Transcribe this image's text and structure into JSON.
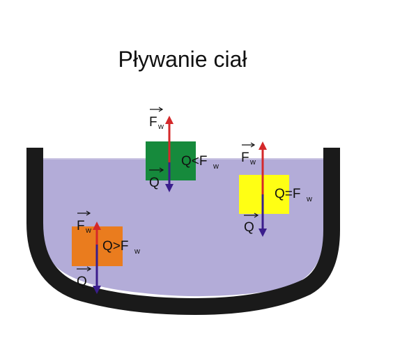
{
  "title": "Pływanie ciał",
  "symbols": {
    "buoyancy": "F",
    "buoyancy_sub": "w",
    "weight": "Q"
  },
  "conditions": {
    "floating": "Q<F",
    "suspended": "Q=F",
    "sinking": "Q>F"
  },
  "colors": {
    "water": "#b3acd8",
    "vessel": "#1a1a1a",
    "block_floating": "#168a3c",
    "block_suspended": "#ffff14",
    "block_sinking": "#ea7c1e",
    "buoyancy_arrow": "#d4282a",
    "weight_arrow": "#3a1d8c"
  }
}
